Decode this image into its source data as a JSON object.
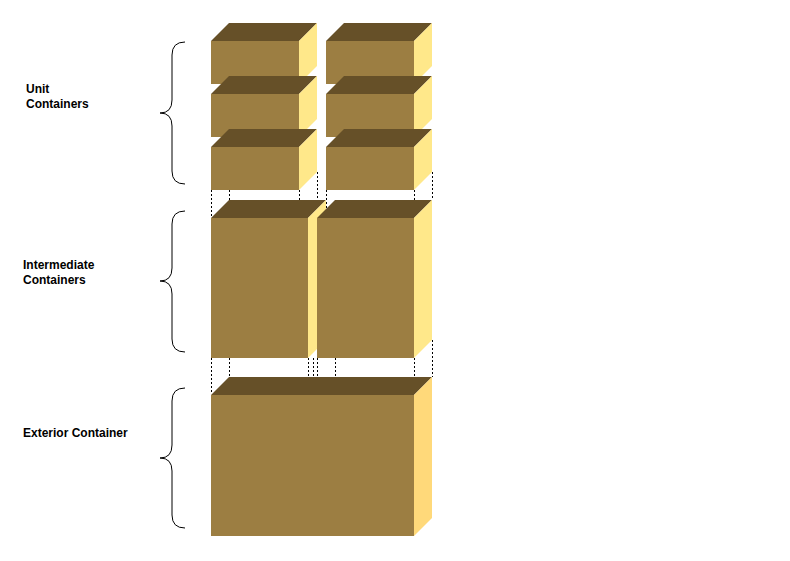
{
  "diagram": {
    "labels": [
      "Unit Containers",
      "Intermediate Containers",
      "Exterior Container"
    ]
  }
}
